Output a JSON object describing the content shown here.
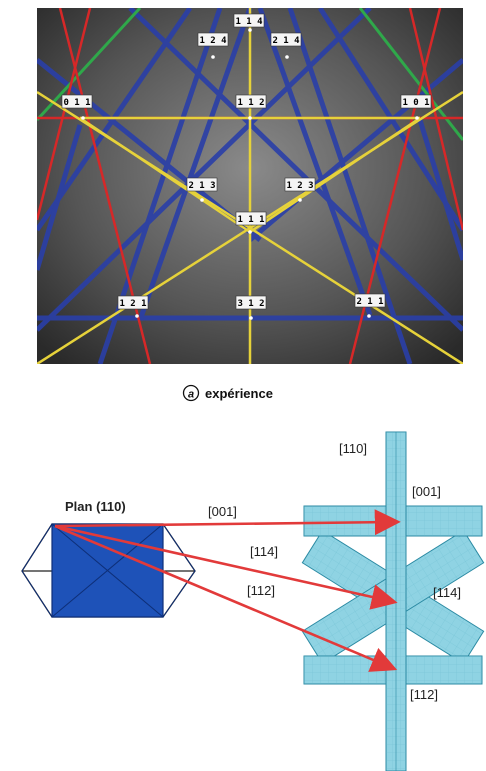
{
  "top_panel": {
    "labels": [
      "1 1 4",
      "1 2 4",
      "2 1 4",
      "0 1 1",
      "1 1 2",
      "1 0 1",
      "2 1 3",
      "1 2 3",
      "1 1 1",
      "1 2 1",
      "3 1 2",
      "2 1 1"
    ]
  },
  "caption": {
    "marker": "a",
    "text": "expérience"
  },
  "bottom_panel": {
    "plane_label": "Plan (110)",
    "dir_labels_left": [
      "[001]",
      "[114]",
      "[112]"
    ],
    "dir_labels_right": [
      "[110]",
      "[001]",
      "[114]",
      "[112]"
    ]
  },
  "colors": {
    "red": "#d62828",
    "yellow": "#e6d23a",
    "blue": "#2a3fa8",
    "green": "#2fa84a",
    "crystal_fill": "#1e52b8",
    "cyan_band": "#8fd3e3",
    "arrow_red": "#e23a3a"
  }
}
